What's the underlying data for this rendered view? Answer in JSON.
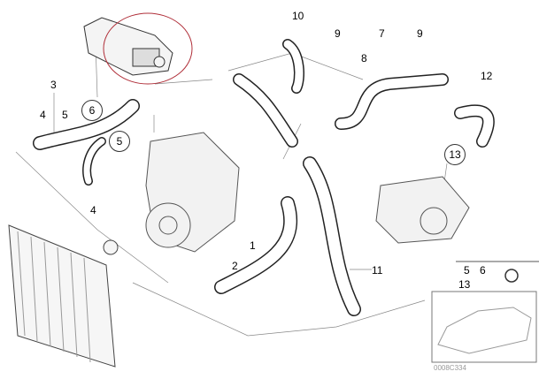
{
  "diagram": {
    "labels": {
      "l10": "10",
      "l9a": "9",
      "l7": "7",
      "l9b": "9",
      "l8": "8",
      "l3": "3",
      "l4a": "4",
      "l5a": "5",
      "l6c": "6",
      "l5c": "5",
      "l4b": "4",
      "l12": "12",
      "l13c": "13",
      "l1": "1",
      "l2": "2",
      "l11": "11",
      "l5b": "5",
      "l6b": "6",
      "l13b": "13"
    },
    "code": "0008C334",
    "highlight_color": "#b0303a"
  }
}
